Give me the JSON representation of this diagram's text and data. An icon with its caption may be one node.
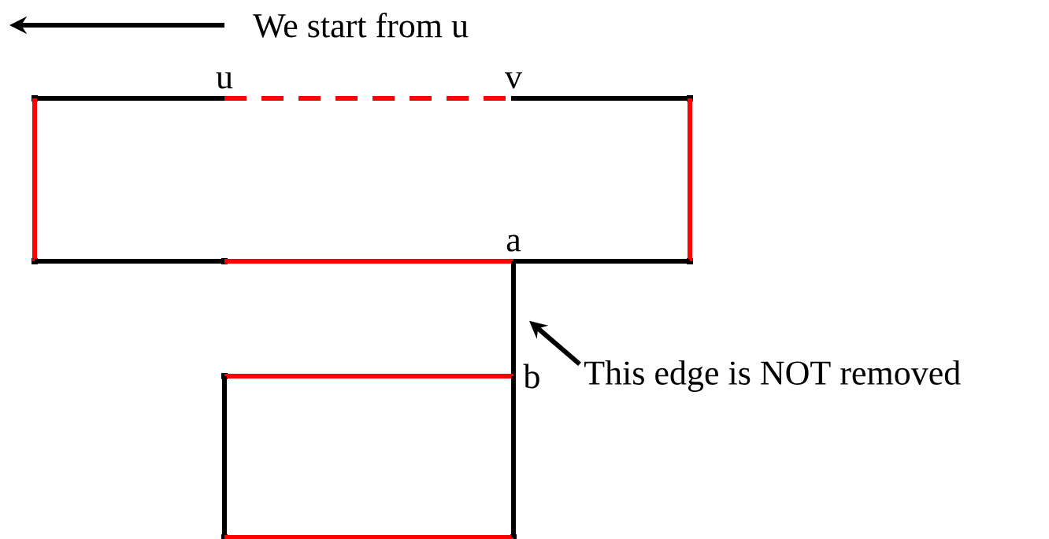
{
  "diagram": {
    "nodes": [
      {
        "text": [],
        "shape": "point"
      },
      {
        "text": [
          "u"
        ]
      },
      {
        "text": [
          "v"
        ]
      },
      {
        "text": [],
        "shape": "point"
      },
      {
        "text": [],
        "shape": "point"
      },
      {
        "text": [],
        "shape": "point"
      },
      {
        "text": [
          "a"
        ]
      },
      {
        "text": [],
        "shape": "point"
      },
      {
        "text": [],
        "shape": "point"
      },
      {
        "text": [
          "b"
        ]
      },
      {
        "text": [
          "This edge is NOT removed"
        ]
      },
      {
        "text": [],
        "shape": "point"
      },
      {
        "text": [],
        "shape": "point"
      }
    ],
    "edges": [
      {
        "from": 0,
        "to": 1,
        "arrow": "none"
      },
      {
        "from": 1,
        "to": 2,
        "arrow": "none",
        "style": "dashed",
        "color": "#ff0000"
      },
      {
        "from": 2,
        "to": 3,
        "arrow": "none"
      },
      {
        "from": 3,
        "to": 7,
        "arrow": "none",
        "color": "#ff0000"
      },
      {
        "from": 0,
        "to": 4,
        "arrow": "none",
        "color": "#ff0000"
      },
      {
        "from": 4,
        "to": 5,
        "arrow": "none"
      },
      {
        "from": 5,
        "to": 6,
        "arrow": "none",
        "color": "#ff0000"
      },
      {
        "from": 6,
        "to": 7,
        "arrow": "none"
      },
      {
        "from": 6,
        "to": 9,
        "arrow": "none"
      },
      {
        "from": 8,
        "to": 9,
        "arrow": "none",
        "color": "#ff0000"
      },
      {
        "from": 8,
        "to": 11,
        "arrow": "none"
      },
      {
        "from": 11,
        "to": 12,
        "arrow": "none",
        "color": "#ff0000"
      },
      {
        "from": 9,
        "to": 12,
        "arrow": "none"
      },
      {
        "from": 10,
        "to": null,
        "arrow": "to"
      }
    ],
    "labels": [
      "We start from u"
    ]
  }
}
